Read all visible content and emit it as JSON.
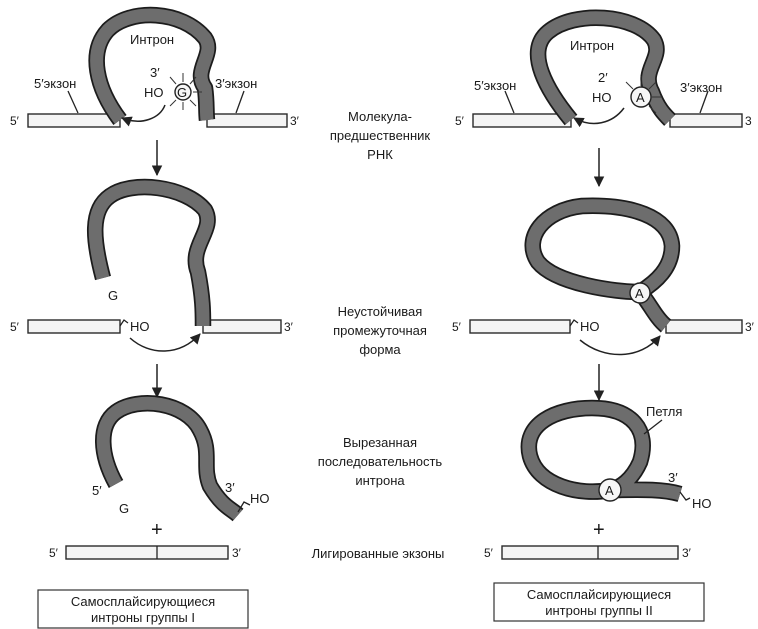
{
  "labels": {
    "intron": "Интрон",
    "exon5": "5′экзон",
    "exon3": "3′экзон",
    "end5": "5′",
    "end3": "3′",
    "end3_plain": "3",
    "end2": "2′",
    "ho": "HO",
    "g": "G",
    "a": "A",
    "loop": "Петля",
    "plus": "+"
  },
  "stages": {
    "precursor": [
      "Молекула-",
      "предшественник",
      "РНК"
    ],
    "intermediate": [
      "Неустойчивая",
      "промежуточная",
      "форма"
    ],
    "excised": [
      "Вырезанная",
      "последовательность",
      "интрона"
    ],
    "ligated": "Лигированные экзоны"
  },
  "captions": {
    "group1": [
      "Самосплайсирующиеся",
      "интроны группы I"
    ],
    "group2": [
      "Самосплайсирующиеся",
      "интроны группы II"
    ]
  }
}
